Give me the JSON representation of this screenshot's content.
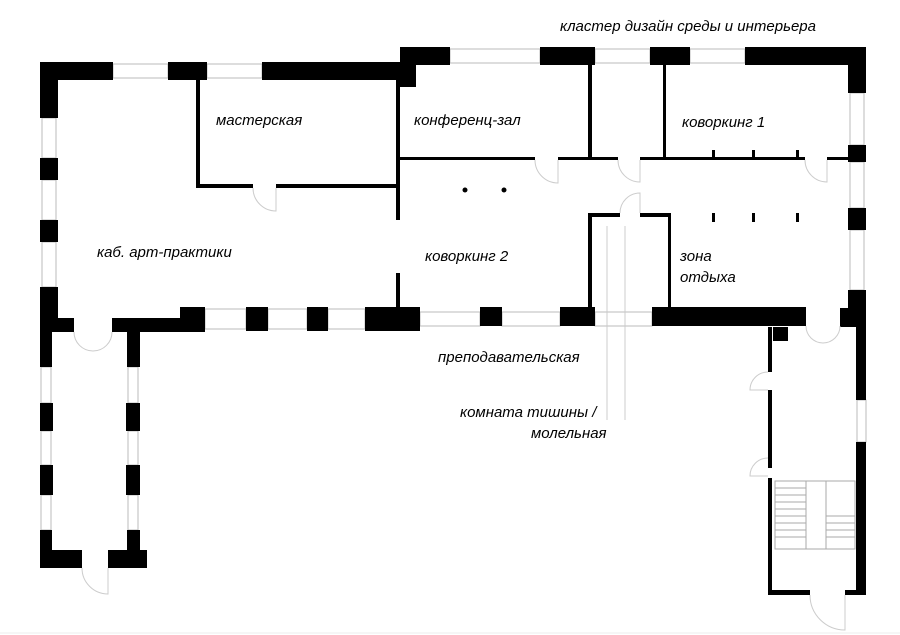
{
  "title": "кластер дизайн среды и интерьера",
  "rooms": {
    "workshop": "мастерская",
    "conference": "конференц-зал",
    "coworking1": "коворкинг 1",
    "art_practice": "каб. арт-практики",
    "coworking2": "коворкинг 2",
    "rest_zone_line1": "зона",
    "rest_zone_line2": "отдыха",
    "teachers": "преподавательская",
    "quiet_room_line1": "комната тишины /",
    "quiet_room_line2": "молельная"
  },
  "colors": {
    "wall": "#000000",
    "window": "#bbbbbb",
    "background": "#ffffff"
  }
}
